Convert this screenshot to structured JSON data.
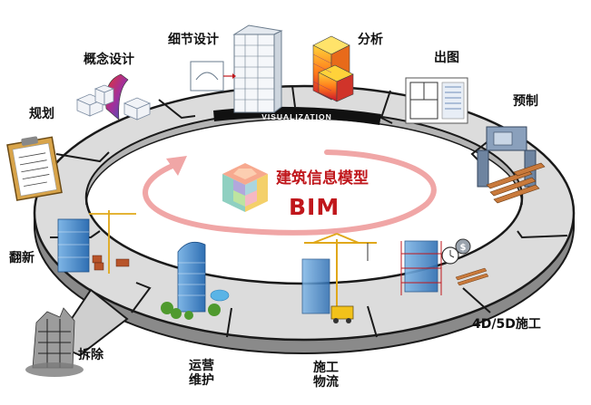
{
  "center": {
    "title": "建筑信息模型",
    "abbr": "BIM"
  },
  "ring_banner": "VISUALIZATION",
  "stages": [
    {
      "key": "planning",
      "label": "规划",
      "icon": "clipboard-icon"
    },
    {
      "key": "concept",
      "label": "概念设计",
      "icon": "concept-massing-icon"
    },
    {
      "key": "detail",
      "label": "细节设计",
      "icon": "wireframe-building-icon"
    },
    {
      "key": "analysis",
      "label": "分析",
      "icon": "analysis-building-icon"
    },
    {
      "key": "drawings",
      "label": "出图",
      "icon": "floor-plan-icon"
    },
    {
      "key": "prefab",
      "label": "预制",
      "icon": "prefab-machine-icon"
    },
    {
      "key": "construction",
      "label": "4D/5D施工",
      "icon": "construction-cost-icon"
    },
    {
      "key": "logistics",
      "label": [
        "施工",
        "物流"
      ],
      "icon": "tower-crane-icon"
    },
    {
      "key": "operation",
      "label": [
        "运营",
        "维护"
      ],
      "icon": "operation-building-icon"
    },
    {
      "key": "demolition",
      "label": "拆除",
      "icon": "demolition-icon"
    },
    {
      "key": "renovation",
      "label": "翻新",
      "icon": "renovation-crane-icon"
    }
  ],
  "colors": {
    "ring_top": "#dcdcdc",
    "ring_side": "#8a8a8a",
    "ring_edge": "#1a1a1a",
    "cycle_arrow": "#f0a6a6",
    "title_red": "#c0171c"
  }
}
